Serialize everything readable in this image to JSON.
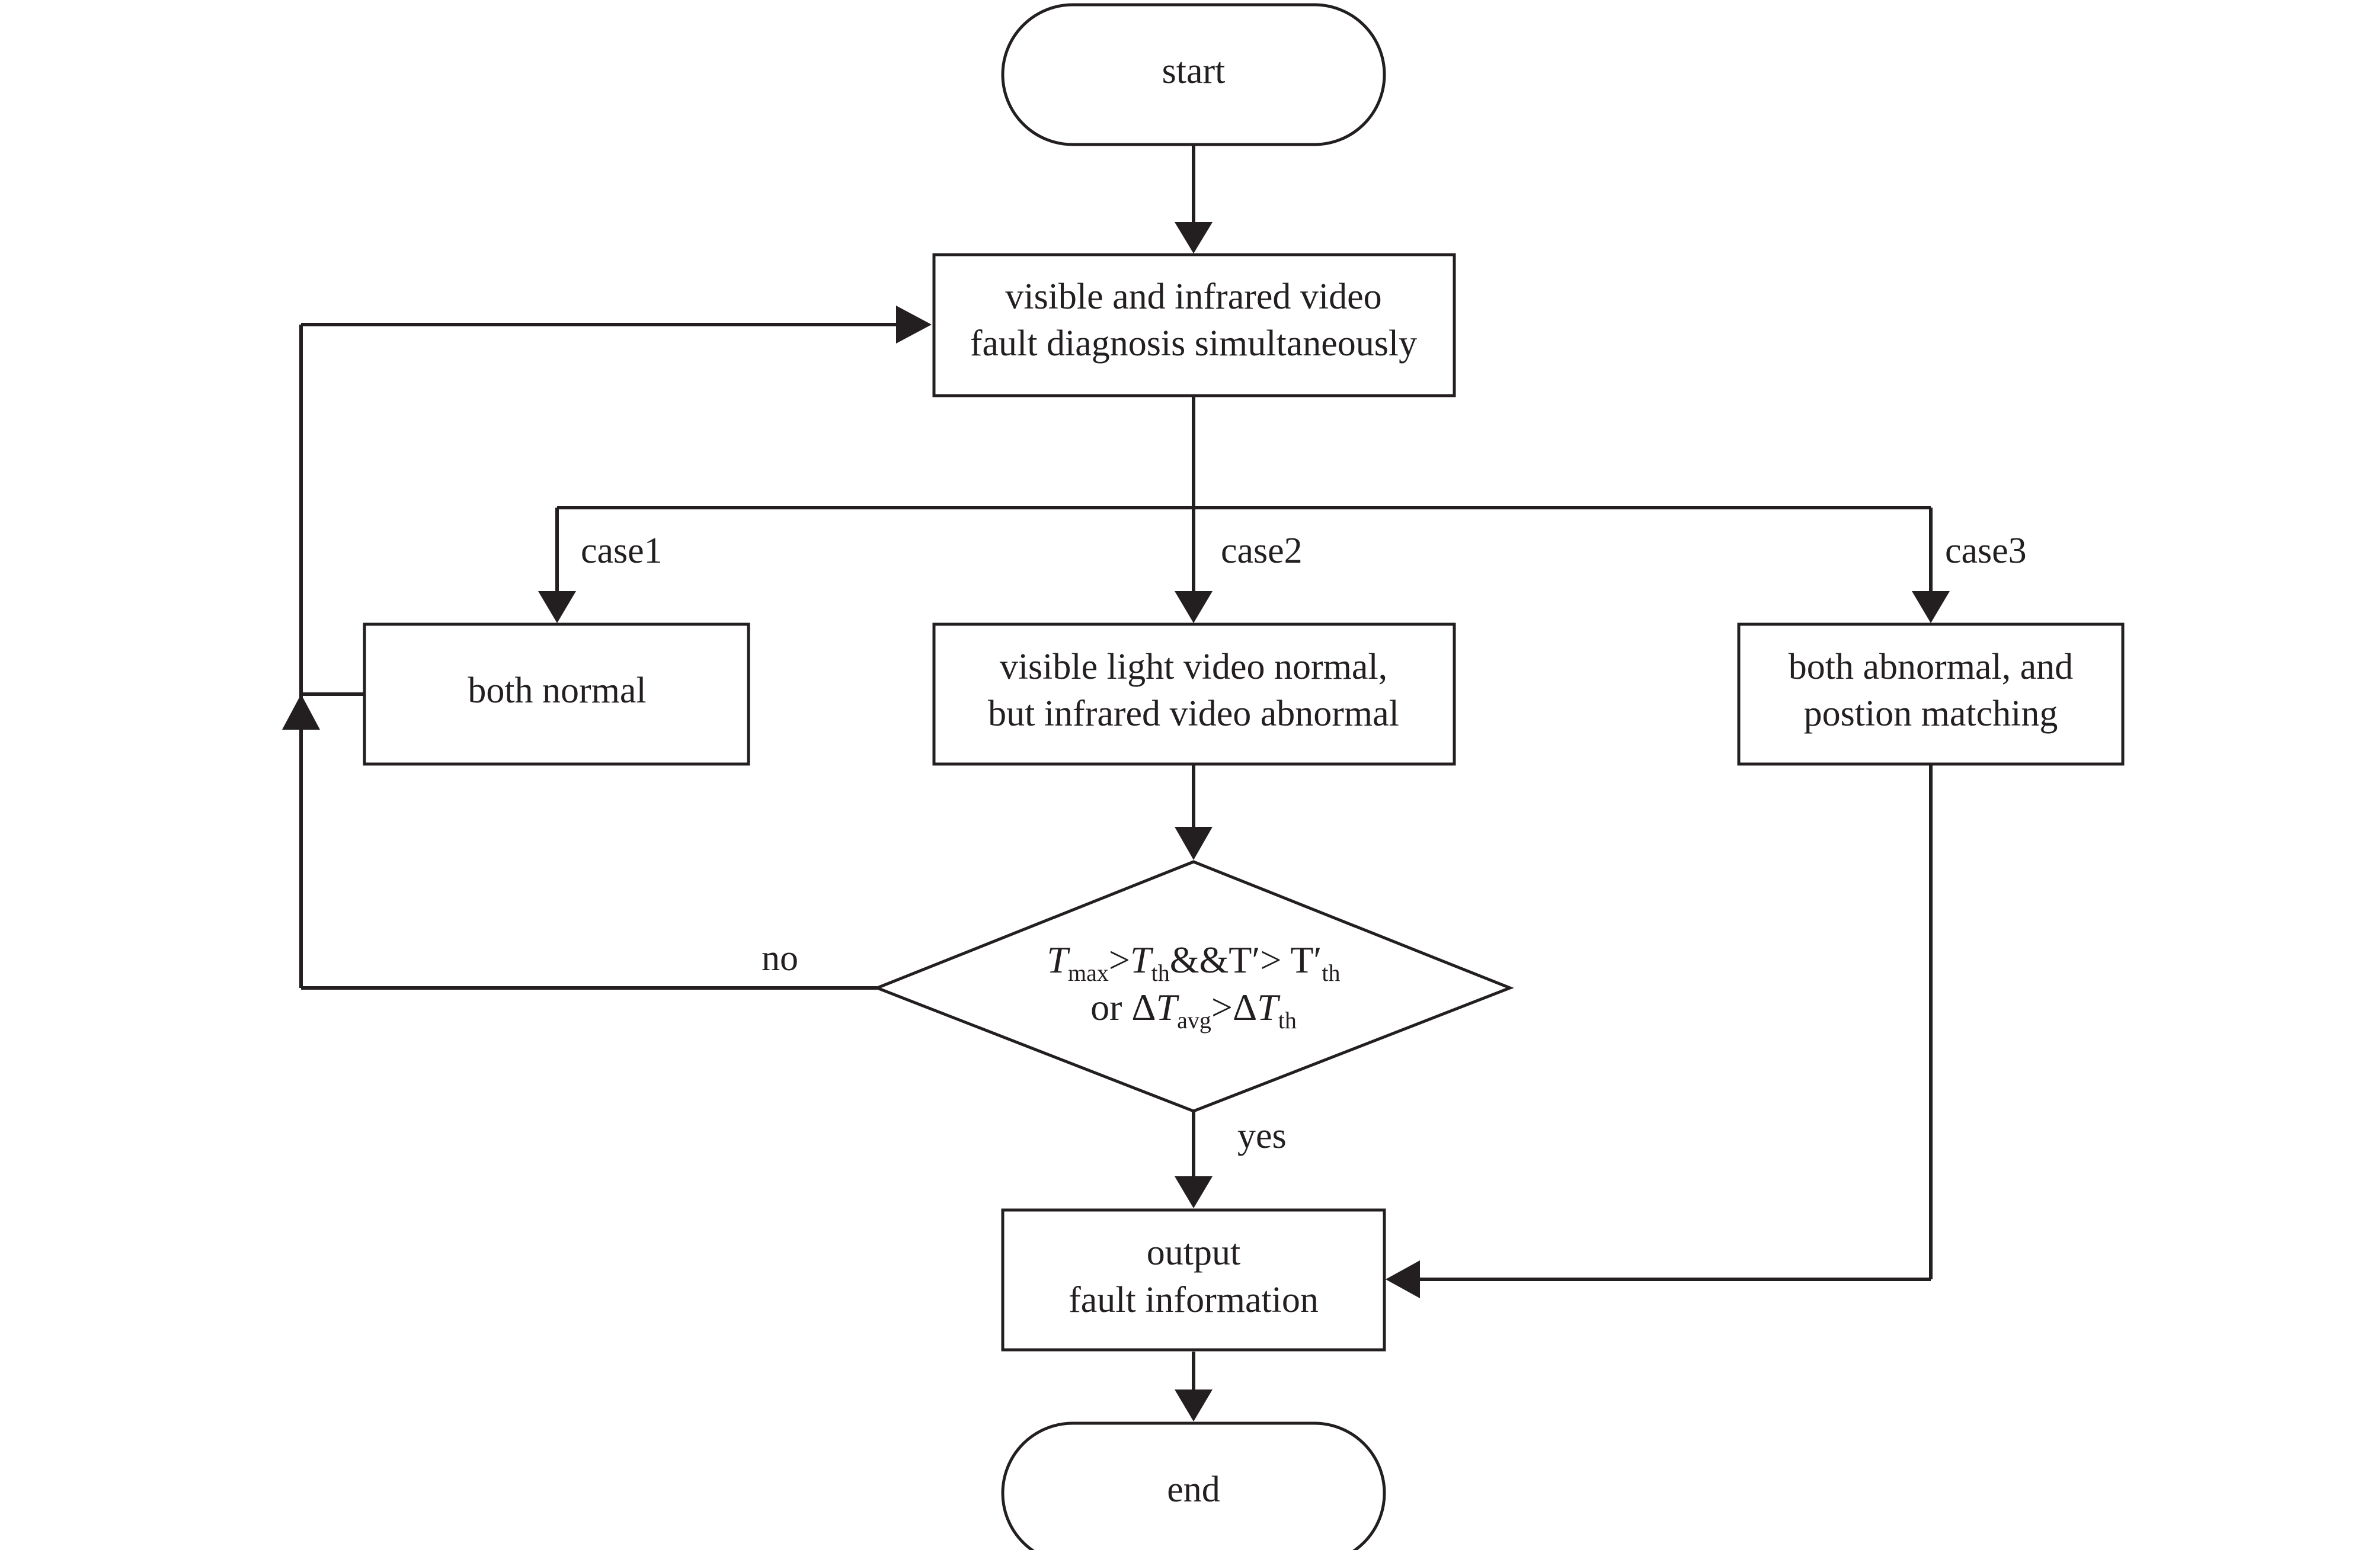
{
  "nodes": {
    "start": "start",
    "diagnosis": [
      "visible and infrared video",
      "fault diagnosis simultaneously"
    ],
    "case1": "both normal",
    "case2": [
      "visible light video normal,",
      "but infrared video abnormal"
    ],
    "case3": [
      "both abnormal, and",
      "postion matching"
    ],
    "output": [
      "output",
      "fault information"
    ],
    "end": "end"
  },
  "edges": {
    "case1": "case1",
    "case2": "case2",
    "case3": "case3",
    "no": "no",
    "yes": "yes"
  },
  "condition": {
    "line1": {
      "t": "T",
      "max": "max",
      "gt1": ">",
      "t2": "T",
      "th1": "th",
      "mid": "&&T′> T′",
      "th2": "th"
    },
    "line2": {
      "or": "or Δ",
      "t": "T",
      "avg": "avg",
      "gt": ">Δ",
      "t2": "T",
      "th": "th"
    }
  }
}
